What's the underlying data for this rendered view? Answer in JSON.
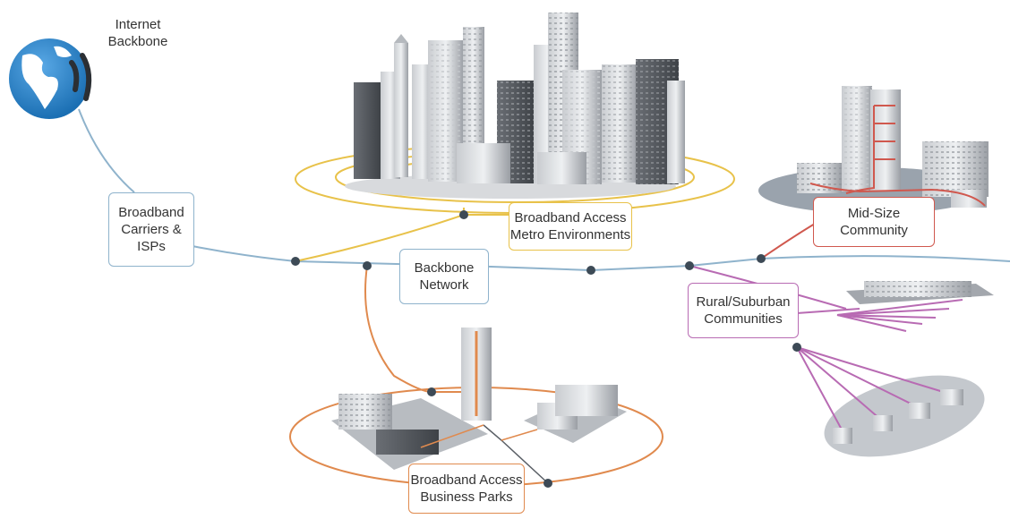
{
  "internet_backbone": {
    "line1": "Internet",
    "line2": "Backbone"
  },
  "carriers": {
    "line1": "Broadband",
    "line2": "Carriers &",
    "line3": "ISPs"
  },
  "metro": {
    "line1": "Broadband Access",
    "line2": "Metro Environments"
  },
  "backbone_network": {
    "line1": "Backbone",
    "line2": "Network"
  },
  "midsize": {
    "line1": "Mid-Size",
    "line2": "Community"
  },
  "rural": {
    "line1": "Rural/Suburban",
    "line2": "Communities"
  },
  "business": {
    "line1": "Broadband Access",
    "line2": "Business Parks"
  },
  "colors": {
    "backbone": "#8fb3cc",
    "metro": "#e8c24a",
    "midsize": "#d0584e",
    "rural": "#b86bb3",
    "business": "#e08a4e",
    "node": "#3d4a56"
  }
}
